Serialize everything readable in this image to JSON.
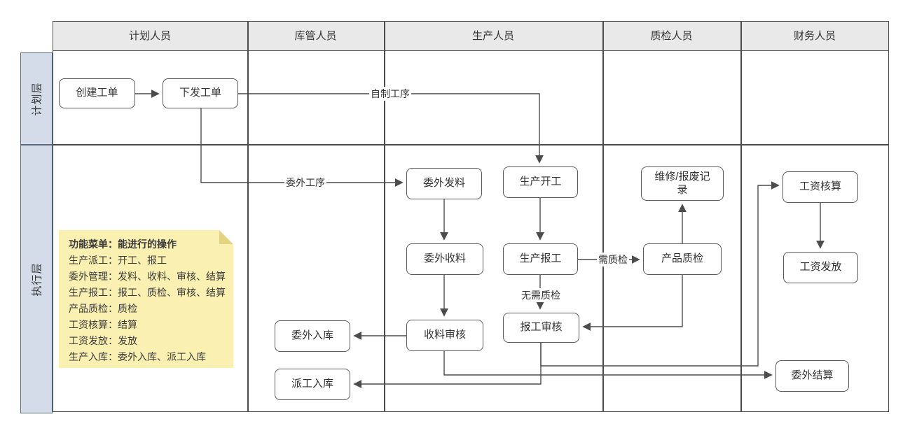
{
  "diagram": {
    "lane_headers": [
      "计划人员",
      "库管人员",
      "生产人员",
      "质检人员",
      "财务人员"
    ],
    "row_labels": [
      "计划层",
      "执行层"
    ],
    "nodes": {
      "create_order": "创建工单",
      "issue_order": "下发工单",
      "outsource_issue": "委外发料",
      "production_start": "生产开工",
      "repair_scrap_record": "维修/报废记\n录",
      "salary_accounting": "工资核算",
      "outsource_receive": "委外收料",
      "production_report": "生产报工",
      "product_qc": "产品质检",
      "salary_payment": "工资发放",
      "outsource_inbound": "委外入库",
      "receive_audit": "收料审核",
      "report_audit": "报工审核",
      "dispatch_inbound": "派工入库",
      "outsource_settle": "委外结算"
    },
    "edge_labels": {
      "self_made_process": "自制工序",
      "outsourced_process": "委外工序",
      "need_qc": "需质检",
      "no_need_qc": "无需质检"
    },
    "note": {
      "title": "功能菜单：能进行的操作",
      "lines": [
        "生产派工：开工、报工",
        "委外管理：发料、收料、审核、结算",
        "生产报工：报工、质检、审核、结算",
        "产品质检：质检",
        "工资核算：结算",
        "工资发放：发放",
        "生产入库：委外入库、派工入库"
      ]
    }
  },
  "colors": {
    "grid_line": "#4c4c4c",
    "header_fill": "#e9e9e9",
    "row_label_fill": "#d4dcea",
    "node_border": "#595959",
    "note_fill": "#faf0b2",
    "note_fold": "#e4d382"
  }
}
